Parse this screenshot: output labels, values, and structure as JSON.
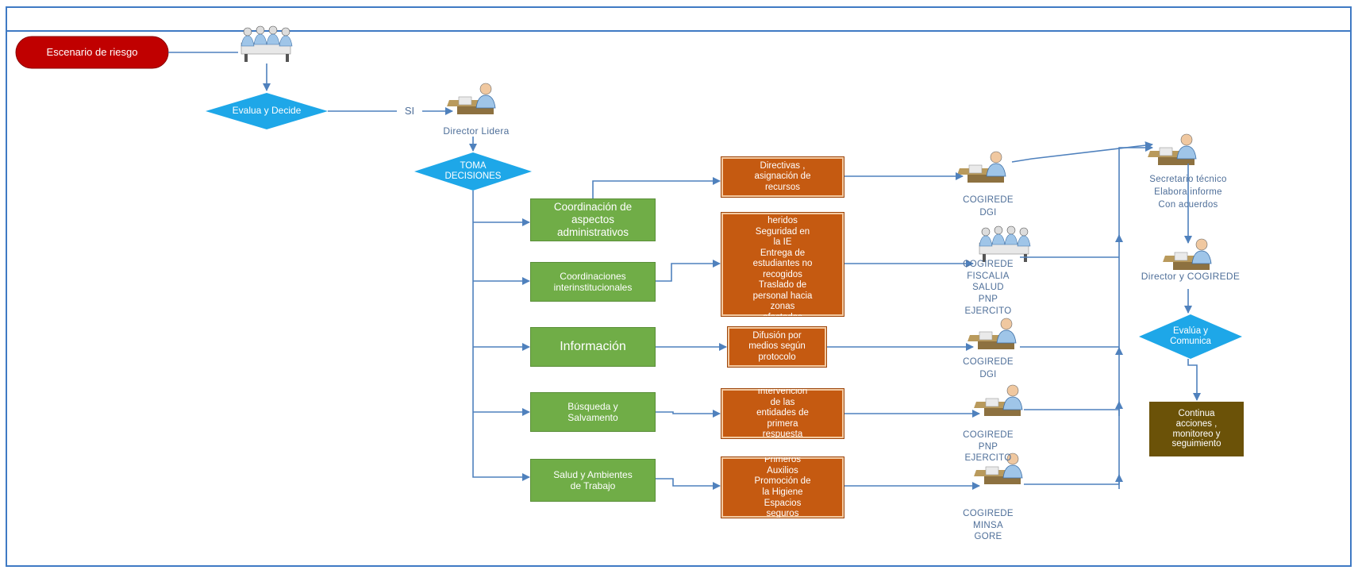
{
  "start_event": "Escenario de riesgo",
  "decision_1": "Evalua y Decide",
  "yes_label": "SI",
  "director_label": "Director Lidera",
  "decision_2": "TOMA\nDECISIONES",
  "areas": [
    {
      "label": "Coordinación de\naspectos\nadministrativos"
    },
    {
      "label": "Coordinaciones\ninterinstitucionales"
    },
    {
      "label": "Información"
    },
    {
      "label": "Búsqueda y\nSalvamento"
    },
    {
      "label": "Salud y Ambientes\nde Trabajo"
    }
  ],
  "actions": [
    {
      "label": "Directivas ,\nasignación de\nrecursos"
    },
    {
      "label": "Atención de\nheridos\nSeguridad en\nla IE\nEntrega de\nestudiantes no\nrecogidos\nTraslado de\npersonal hacia\nzonas\nafectadas"
    },
    {
      "label": "Difusión por\nmedios según\nprotocolo"
    },
    {
      "label": "Intervención\nde las\nentidades de\nprimera\nrespuesta"
    },
    {
      "label": "Primeros\nAuxilios\nPromoción de\nla Higiene\nEspacios\nseguros"
    }
  ],
  "responsibles": [
    {
      "label": "COGIREDE\nDGI"
    },
    {
      "label": "COGIREDE\nFISCALIA\nSALUD\nPNP\nEJERCITO"
    },
    {
      "label": "COGIREDE\nDGI"
    },
    {
      "label": "COGIREDE\nPNP\nEJERCITO"
    },
    {
      "label": "COGIREDE\nMINSA\nGORE"
    }
  ],
  "secretary_label": "Secretario técnico\nElabora informe\nCon acuerdos",
  "director_cogirede_label": "Director y COGIREDE",
  "decision_3": "Evalúa y\nComunica",
  "end_task": "Continua\nacciones ,\nmonitoreo y\nseguimiento",
  "colors": {
    "frame": "#3f7ac4",
    "connector": "#4f81bd",
    "start_event": "#c00000",
    "decision": "#1ea7e8",
    "area": "#70ad47",
    "action": "#c55a11",
    "end_task": "#6b5208"
  }
}
